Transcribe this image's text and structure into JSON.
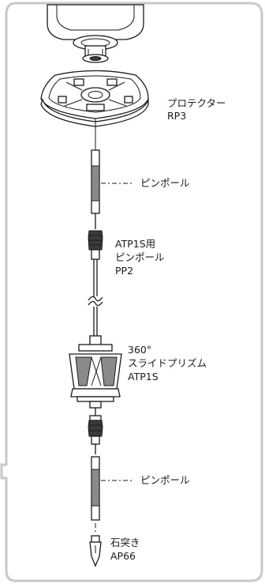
{
  "labels": {
    "protector": {
      "line1": "プロテクター",
      "line2": "RP3"
    },
    "pin_pole_top": "ピンポール",
    "atp_pin_pole": {
      "line1": "ATP1S用",
      "line2": "ピンポール",
      "line3": "PP2"
    },
    "slide_prism": {
      "line1": "360°",
      "line2": "スライドプリズム",
      "line3": "ATP1S"
    },
    "pin_pole_bottom": "ピンポール",
    "stone_tip": {
      "line1": "石突き",
      "line2": "AP66"
    }
  },
  "colors": {
    "frame": "#c8c8c8",
    "line": "#1a1a1a",
    "shading": "#8a8a8a"
  }
}
